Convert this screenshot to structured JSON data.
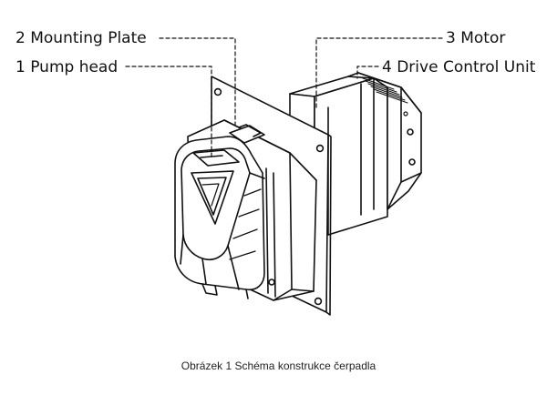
{
  "labels": {
    "mounting_plate": "2 Mounting Plate",
    "pump_head": "1 Pump head",
    "motor": "3 Motor",
    "drive_control_unit": "4 Drive Control Unit"
  },
  "caption": "Obrázek 1 Schéma konstrukce čerpadla"
}
